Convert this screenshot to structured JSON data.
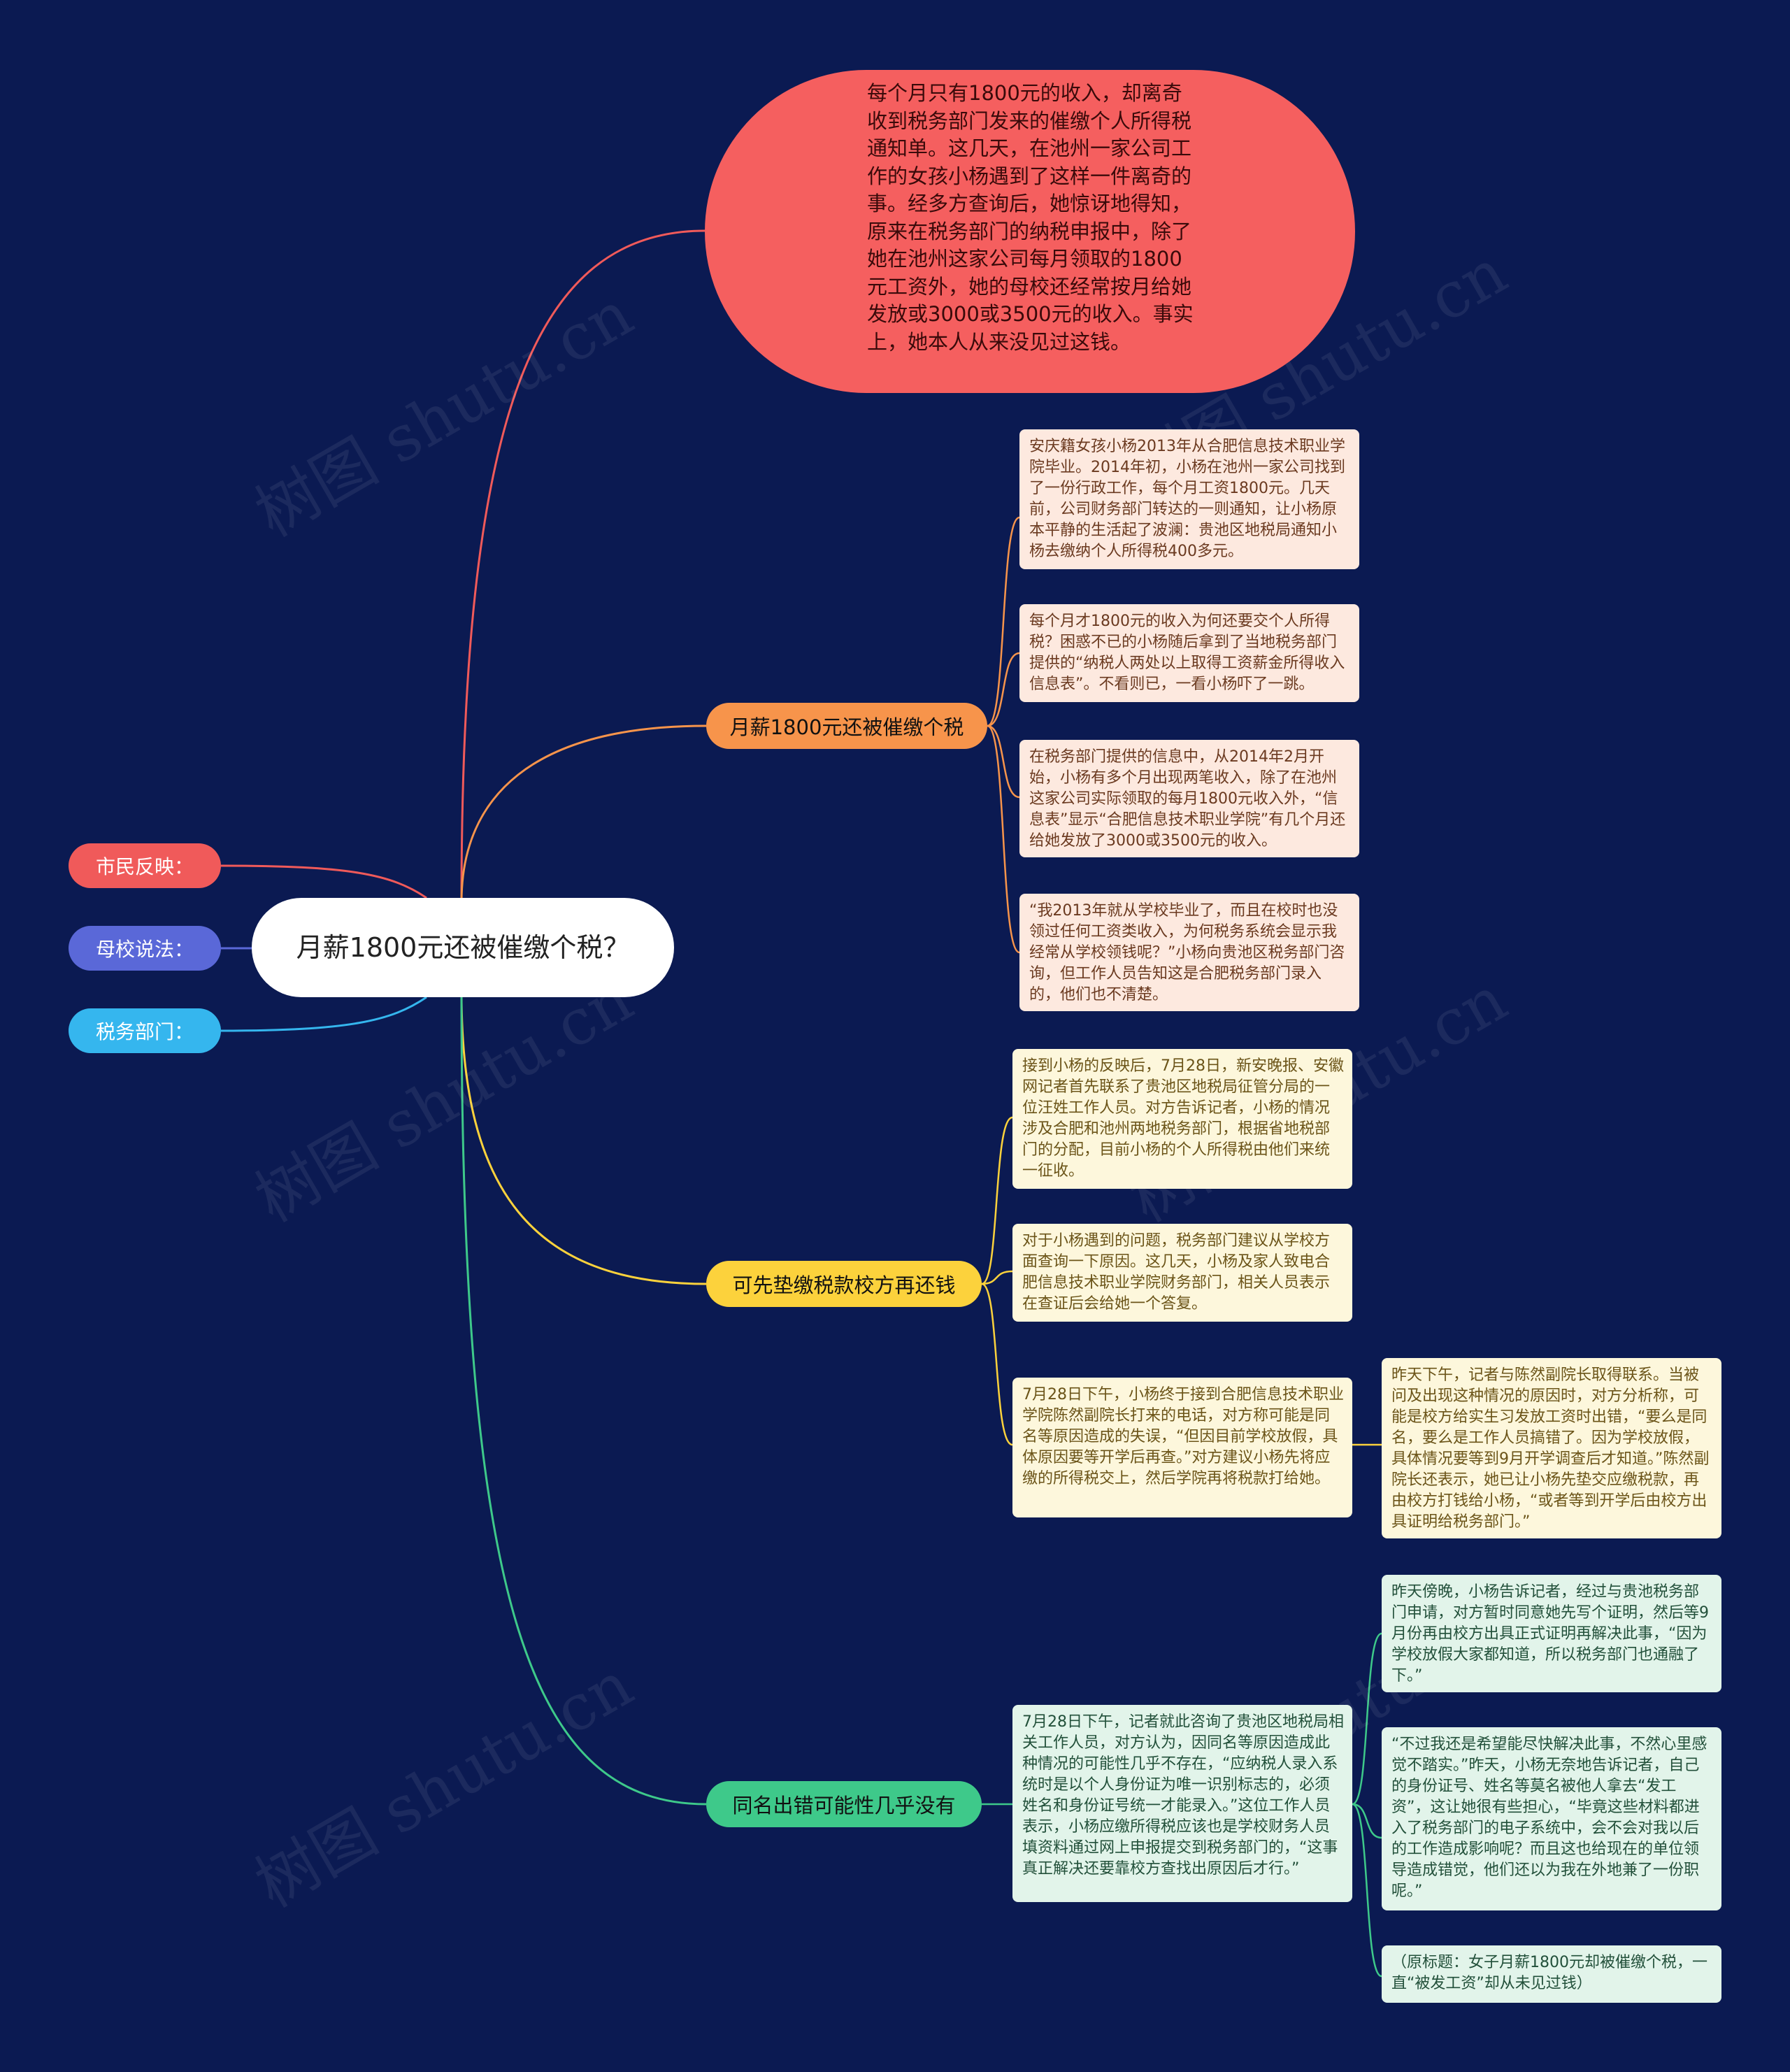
{
  "center": {
    "title": "月薪1800元还被催缴个税？"
  },
  "root_note": "每个月只有1800元的收入，却离奇收到税务部门发来的催缴个人所得税通知单。这几天，在池州一家公司工作的女孩小杨遇到了这样一件离奇的事。经多方查询后，她惊讶地得知，原来在税务部门的纳税申报中，除了她在池州这家公司每月领取的1800元工资外，她的母校还经常按月给她发放或3000或3500元的收入。事实上，她本人从来没见过这钱。",
  "left_branches": [
    {
      "label": "市民反映：",
      "color": "#f05a5a"
    },
    {
      "label": "母校说法：",
      "color": "#5a68d8"
    },
    {
      "label": "税务部门：",
      "color": "#35b6ee"
    }
  ],
  "branches": [
    {
      "label": "月薪1800元还被催缴个税",
      "color": "#f7944b",
      "leaves": [
        "安庆籍女孩小杨2013年从合肥信息技术职业学院毕业。2014年初，小杨在池州一家公司找到了一份行政工作，每个月工资1800元。几天前，公司财务部门转达的一则通知，让小杨原本平静的生活起了波澜：贵池区地税局通知小杨去缴纳个人所得税400多元。",
        "每个月才1800元的收入为何还要交个人所得税？困惑不已的小杨随后拿到了当地税务部门提供的“纳税人两处以上取得工资薪金所得收入信息表”。不看则已，一看小杨吓了一跳。",
        "在税务部门提供的信息中，从2014年2月开始，小杨有多个月出现两笔收入，除了在池州这家公司实际领取的每月1800元收入外，“信息表”显示“合肥信息技术职业学院”有几个月还给她发放了3000或3500元的收入。",
        "“我2013年就从学校毕业了，而且在校时也没领过任何工资类收入，为何税务系统会显示我经常从学校领钱呢？”小杨向贵池区税务部门咨询，但工作人员告知这是合肥税务部门录入的，他们也不清楚。"
      ]
    },
    {
      "label": "可先垫缴税款校方再还钱",
      "color": "#fcd23c",
      "leaves": [
        "接到小杨的反映后，7月28日，新安晚报、安徽网记者首先联系了贵池区地税局征管分局的一位汪姓工作人员。对方告诉记者，小杨的情况涉及合肥和池州两地税务部门，根据省地税部门的分配，目前小杨的个人所得税由他们来统一征收。",
        "对于小杨遇到的问题，税务部门建议从学校方面查询一下原因。这几天，小杨及家人致电合肥信息技术职业学院财务部门，相关人员表示在查证后会给她一个答复。",
        "7月28日下午，小杨终于接到合肥信息技术职业学院陈然副院长打来的电话，对方称可能是同名等原因造成的失误，“但因目前学校放假，具体原因要等开学后再查。”对方建议小杨先将应缴的所得税交上，然后学院再将税款打给她。"
      ],
      "sub_leaf": "昨天下午，记者与陈然副院长取得联系。当被问及出现这种情况的原因时，对方分析称，可能是校方给实生习发放工资时出错，“要么是同名，要么是工作人员搞错了。因为学校放假，具体情况要等到9月开学调查后才知道。”陈然副院长还表示，她已让小杨先垫交应缴税款，再由校方打钱给小杨，“或者等到开学后由校方出具证明给税务部门。”"
    },
    {
      "label": "同名出错可能性几乎没有",
      "color": "#3ec98a",
      "leaves": [
        "7月28日下午，记者就此咨询了贵池区地税局相关工作人员，对方认为，因同名等原因造成此种情况的可能性几乎不存在，“应纳税人录入系统时是以个人身份证为唯一识别标志的，必须姓名和身份证号统一才能录入。”这位工作人员表示，小杨应缴所得税应该也是学校财务人员填资料通过网上申报提交到税务部门的，“这事真正解决还要靠校方查找出原因后才行。”"
      ],
      "sub_leaves": [
        "昨天傍晚，小杨告诉记者，经过与贵池税务部门申请，对方暂时同意她先写个证明，然后等9月份再由校方出具正式证明再解决此事，“因为学校放假大家都知道，所以税务部门也通融了下。”",
        "“不过我还是希望能尽快解决此事，不然心里感觉不踏实。”昨天，小杨无奈地告诉记者，自己的身份证号、姓名等莫名被他人拿去“发工资”，这让她很有些担心，“毕竟这些材料都进入了税务部门的电子系统中，会不会对我以后的工作造成影响呢？而且这也给现在的单位领导造成错觉，他们还以为我在外地兼了一份职呢。”",
        "（原标题：女子月薪1800元却被催缴个税，一直“被发工资”却从未见过钱）"
      ]
    }
  ],
  "colors": {
    "background": "#0b1a52",
    "root": "#f55f5f"
  },
  "watermark": "树图 shutu.cn"
}
